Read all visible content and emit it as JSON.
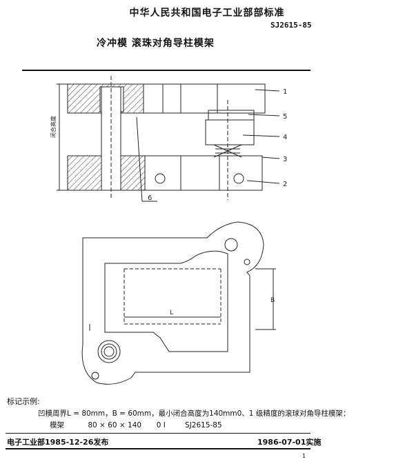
{
  "header": {
    "org_title": "中华人民共和国电子工业部部标准",
    "standard_code": "SJ2615-85",
    "doc_title": "冷冲模  滚珠对角导柱模架"
  },
  "drawing": {
    "callouts": [
      "1",
      "2",
      "3",
      "4",
      "5",
      "6"
    ],
    "dim_height": "闭合高度",
    "dim_length": "L",
    "dim_width": "B"
  },
  "marking": {
    "section_label": "标记示例:",
    "example_text": "凹模周界L = 80mm，B = 60mm，最小闭合高度为140mm0、1 级精度的滚球对角导柱模架：",
    "code_name": "模架",
    "code_dims": "80 × 60 × 140",
    "code_grade": "0 Ⅰ",
    "code_std": "SJ2615-85"
  },
  "footer": {
    "issued": "电子工业部1985-12-26发布",
    "effective": "1986-07-01实施",
    "page_number": "1"
  }
}
